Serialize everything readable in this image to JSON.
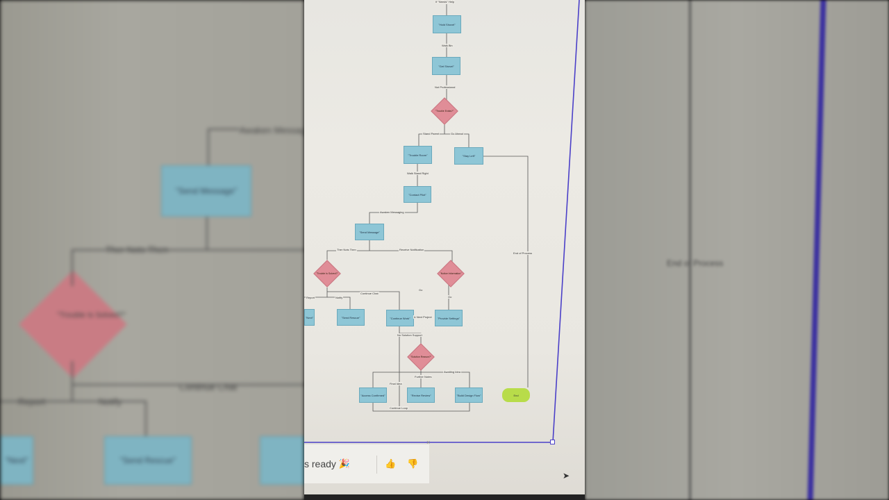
{
  "flowchart": {
    "top_label": "If \"Needs\" Help",
    "nodes": {
      "n1": "\"Hold Shovel\"",
      "n2": "\"Get Shovel\"",
      "n3": "\"Trouble Room\"",
      "n4": "\"Stay Left\"",
      "n5": "\"Contact Pilot\"",
      "n6": "\"Send Message\"",
      "n7": "\"Next\"",
      "n8": "\"Send Rescue\"",
      "n9": "\"Continue Work\"",
      "n10": "\"Provide Settings\"",
      "n11": "\"Access Confirmed\"",
      "n12": "\"Revise Review\"",
      "n13": "\"Build Design Flow\""
    },
    "diamonds": {
      "d1": "\"Trouble Exists?\"",
      "d2": "\"Trouble Is Solved?\"",
      "d3": "\"Notice Information\"",
      "d4": "\"Solution Reason?\""
    },
    "edge_labels": {
      "e1": "Walk Bin",
      "e2": "Not Professional",
      "e3": "Stand Parent",
      "e4": "Go Ahead",
      "e5": "Walk Stand Right",
      "e6": "Awaken Messaging",
      "e7": "Ther Nots Then",
      "e8": "Receive Notification",
      "e9": "Go",
      "e10": "Continue Chat",
      "e11": "Report",
      "e12": "Notify",
      "e13": "Go",
      "e14": "& Next Project",
      "e15": "No Solution Support",
      "e16": "End of Process",
      "e17": "Further Notes",
      "e18": "Final Idea",
      "e19": "Awaiting Idea",
      "e20": "Continue Loop"
    },
    "end_label": "End"
  },
  "background_left": {
    "edge_top": "Awaken Messaging",
    "node_label": "\"Send Message\"",
    "edge_mid": "Ther Nots Then",
    "diamond_label": "\"Trouble Is Solved?\"",
    "edge_continue": "Continue Chat",
    "edge_report": "Report",
    "edge_notify": "Notify",
    "node_small": "\"Next\"",
    "node_bottom": "\"Send Rescue\""
  },
  "background_right": {
    "edge_label": "End of Process"
  },
  "toast": {
    "text": "s ready",
    "emoji": "🎉",
    "thumbs_up": "👍",
    "thumbs_down": "👎",
    "close": "×"
  },
  "colors": {
    "node_fill": "#8ec6d6",
    "diamond_fill": "#e08d97",
    "end_fill": "#b8dc4a",
    "frame_border": "#4a3fc8"
  }
}
